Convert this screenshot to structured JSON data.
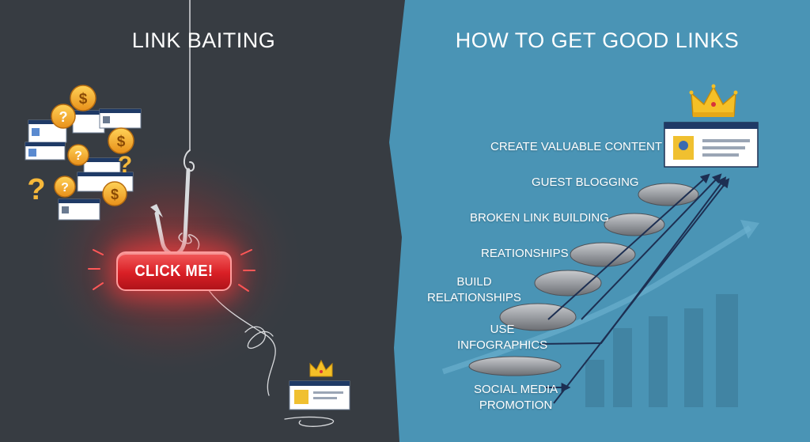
{
  "left_panel": {
    "title": "LINK BAITING",
    "button_label": "CLICK ME!",
    "coin_symbol": "$",
    "question_symbol": "?"
  },
  "right_panel": {
    "title": "HOW TO GET GOOD LINKS",
    "steps": [
      "CREATE VALUABLE CONTENT",
      "GUEST BLOGGING",
      "BROKEN LINK BUILDING",
      "REATIONSHIPS",
      "BUILD\nRELATIONSHIPS",
      "USE\nINFOGRAPHICS",
      "SOCIAL MEDIA\nPROMOTION"
    ]
  },
  "colors": {
    "left_bg": "#373c42",
    "right_bg": "#4a94b5",
    "button_red": "#d91f25",
    "coin_gold": "#f5a623",
    "question_gold": "#f6b83a",
    "crown_gold": "#f5c027",
    "arrow_navy": "#1d2f52",
    "stone_gray": "#8a8d92"
  },
  "icons": [
    "fish-hook-icon",
    "dollar-coin-icon",
    "question-mark-icon",
    "crown-icon",
    "web-page-icon",
    "growth-arrow-icon",
    "tangled-line-icon"
  ]
}
